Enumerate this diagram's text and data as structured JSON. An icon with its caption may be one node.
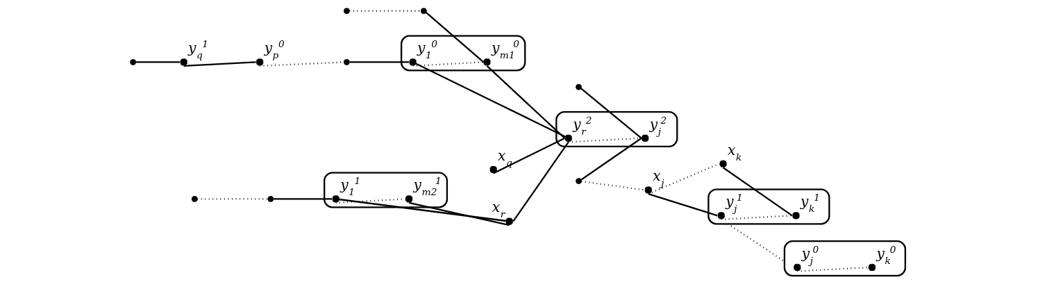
{
  "diagram": {
    "nodes": [
      {
        "text": [],
        "shape": "ellipse"
      },
      {
        "text": [],
        "shape": "circle",
        "in": 0,
        "beside": [
          "y$_{1}$$^{1}$"
        ]
      },
      {
        "text": [],
        "shape": "circle",
        "in": 0,
        "beside": [
          "y$_{m2}$$^{1}$"
        ]
      },
      {
        "text": [],
        "shape": "ellipse"
      },
      {
        "text": [],
        "shape": "circle",
        "in": 3,
        "beside": [
          "y$_{1}$$^{0}$"
        ]
      },
      {
        "text": [],
        "shape": "circle",
        "in": 3,
        "beside": [
          "y$_{m1}$$^{0}$"
        ]
      },
      {
        "text": [],
        "shape": "ellipse"
      },
      {
        "text": [],
        "shape": "circle",
        "in": 6,
        "beside": [
          "y$_{r}$$^{2}$"
        ]
      },
      {
        "text": [],
        "shape": "circle",
        "in": 6,
        "beside": [
          "y$_{j}$$^{2}$"
        ]
      },
      {
        "text": [],
        "shape": "ellipse"
      },
      {
        "text": [],
        "shape": "circle",
        "in": 9,
        "beside": [
          "y$_{j}$$^{1}$"
        ]
      },
      {
        "text": [],
        "shape": "circle",
        "in": 9,
        "beside": [
          "y$_{k}$$^{1}$"
        ]
      },
      {
        "text": [],
        "shape": "ellipse"
      },
      {
        "text": [],
        "shape": "circle",
        "in": 12,
        "beside": [
          "y$_{j}$$^{0}$"
        ]
      },
      {
        "text": [],
        "shape": "circle",
        "in": 12,
        "beside": [
          "y$_{k}$$^{0}$"
        ]
      },
      {
        "text": [],
        "shape": "circle",
        "beside": [
          "x$_{r}$"
        ]
      },
      {
        "text": [],
        "shape": "circle",
        "beside": [
          "x$_{q}$"
        ]
      },
      {
        "text": [],
        "shape": "circle"
      },
      {
        "text": [],
        "shape": "circle"
      },
      {
        "text": [],
        "shape": "circle",
        "beside": [
          "x$_{j}$"
        ]
      },
      {
        "text": [],
        "shape": "circle",
        "beside": [
          "x$_{k}$"
        ]
      },
      {
        "text": [],
        "shape": "circle",
        "beside": [
          "y$_{q}$$^{1}$"
        ]
      },
      {
        "text": [],
        "shape": "circle"
      },
      {
        "text": [],
        "shape": "circle",
        "beside": [
          "y$_{p}$$^{0}$"
        ]
      },
      {
        "text": [],
        "shape": "circle"
      },
      {
        "text": [],
        "shape": "circle"
      },
      {
        "text": [],
        "shape": "circle"
      },
      {
        "text": [],
        "shape": "circle"
      },
      {
        "text": [],
        "shape": "circle"
      }
    ],
    "edges": [
      {
        "from": 24,
        "to": 25,
        "arrow": "none",
        "style": "dashed"
      },
      {
        "from": 25,
        "to": 1,
        "arrow": "none"
      },
      {
        "from": 1,
        "to": 2,
        "arrow": "none",
        "style": "dashed"
      },
      {
        "from": 1,
        "to": 15,
        "arrow": "none"
      },
      {
        "from": 2,
        "to": 15,
        "arrow": "none"
      },
      {
        "from": 22,
        "to": 21,
        "arrow": "none"
      },
      {
        "from": 21,
        "to": 23,
        "arrow": "none"
      },
      {
        "from": 23,
        "to": 26,
        "arrow": "none",
        "style": "dashed"
      },
      {
        "from": 26,
        "to": 4,
        "arrow": "none"
      },
      {
        "from": 4,
        "to": 5,
        "arrow": "none",
        "style": "dashed"
      },
      {
        "from": 27,
        "to": 28,
        "arrow": "none",
        "style": "dashed"
      },
      {
        "from": 28,
        "to": 5,
        "arrow": "none"
      },
      {
        "from": 4,
        "to": 7,
        "arrow": "none"
      },
      {
        "from": 5,
        "to": 7,
        "arrow": "none"
      },
      {
        "from": 15,
        "to": 7,
        "arrow": "none"
      },
      {
        "from": 16,
        "to": 7,
        "arrow": "none"
      },
      {
        "from": 17,
        "to": 8,
        "arrow": "none"
      },
      {
        "from": 18,
        "to": 8,
        "arrow": "none"
      },
      {
        "from": 7,
        "to": 8,
        "arrow": "none",
        "style": "dashed"
      },
      {
        "from": 18,
        "to": 19,
        "arrow": "none",
        "style": "dashed"
      },
      {
        "from": 19,
        "to": 20,
        "arrow": "none",
        "style": "dashed"
      },
      {
        "from": 19,
        "to": 10,
        "arrow": "none"
      },
      {
        "from": 20,
        "to": 11,
        "arrow": "none"
      },
      {
        "from": 10,
        "to": 11,
        "arrow": "none",
        "style": "dashed"
      },
      {
        "from": 9,
        "to": 12,
        "arrow": "none",
        "style": "dashed"
      },
      {
        "from": 13,
        "to": 14,
        "arrow": "none",
        "style": "dashed"
      }
    ]
  }
}
